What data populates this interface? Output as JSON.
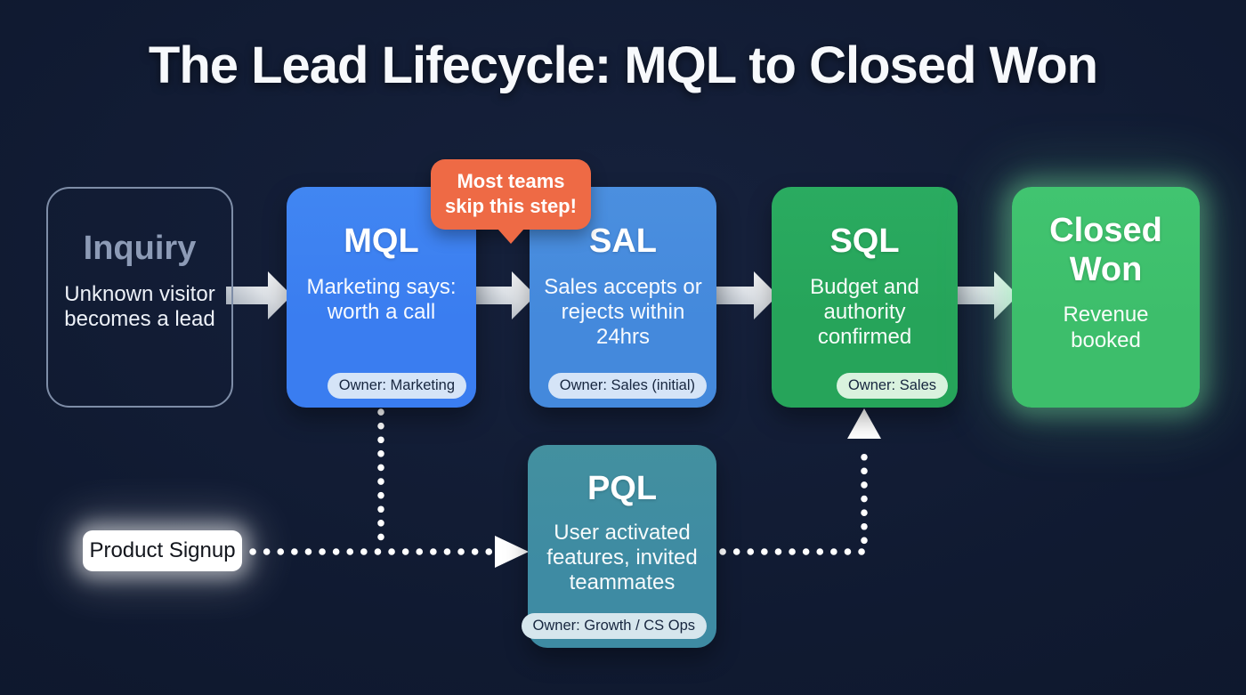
{
  "title": "The Lead Lifecycle: MQL to Closed Won",
  "callout": {
    "line1": "Most teams",
    "line2": "skip this step!",
    "points_at": "arrow between MQL and SAL"
  },
  "stages": [
    {
      "id": "inquiry",
      "title": "Inquiry",
      "description": "Unknown visitor becomes a lead",
      "owner": "",
      "style": "outlined"
    },
    {
      "id": "mql",
      "title": "MQL",
      "description": "Marketing says: worth a call",
      "owner": "Owner: Marketing",
      "style": "blue"
    },
    {
      "id": "sal",
      "title": "SAL",
      "description": "Sales accepts or rejects within 24hrs",
      "owner": "Owner: Sales (initial)",
      "style": "light-blue"
    },
    {
      "id": "sql",
      "title": "SQL",
      "description": "Budget and authority confirmed",
      "owner": "Owner: Sales",
      "style": "green"
    },
    {
      "id": "closed_won",
      "title": "Closed Won",
      "description": "Revenue booked",
      "owner": "",
      "style": "bright-green-glow"
    }
  ],
  "plg_branch": {
    "entry_label": "Product Signup",
    "pql": {
      "id": "pql",
      "title": "PQL",
      "description": "User activated features, invited teammates",
      "owner": "Owner: Growth / CS Ops",
      "style": "teal"
    },
    "flow": "Product Signup --> PQL --> SQL (dotted), MQL --> PQL junction (dotted)"
  },
  "colors": {
    "background": "#101a31",
    "inquiry_border": "#7e8da7",
    "inquiry_title": "#8d9bb6",
    "mql_blue": "#3a7df0",
    "sal_blue": "#4489dc",
    "sql_green": "#26a45a",
    "closed_won_green": "#3dbe6b",
    "pql_teal": "#3e8ba3",
    "callout_orange": "#ee6a45",
    "connector_white": "#ffffff"
  }
}
